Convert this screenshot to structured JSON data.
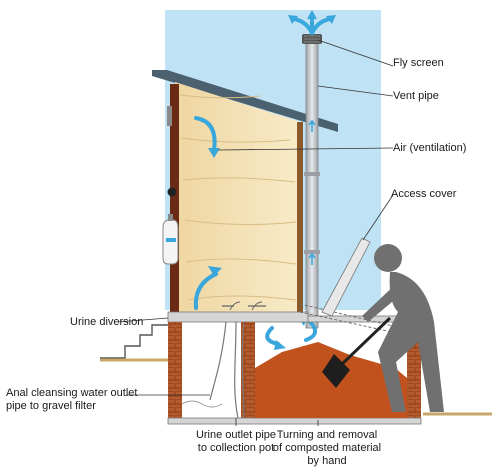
{
  "labels": {
    "fly_screen": "Fly screen",
    "vent_pipe": "Vent pipe",
    "air": "Air (ventilation)",
    "access_cover": "Access cover",
    "urine_diversion": "Urine diversion",
    "anal_line1": "Anal cleansing water outlet",
    "anal_line2": "pipe to gravel filter",
    "urine_pipe_line1": "Urine outlet pipe",
    "urine_pipe_line2": "to collection pot",
    "turning_line1": "Turning and removal",
    "turning_line2": "of composted material",
    "turning_line3": "by hand"
  },
  "colors": {
    "sky": "#bfe3f4",
    "wall": "#f1dcae",
    "brick": "#b55a2c",
    "compost": "#c2521d",
    "arrow": "#39a6dc",
    "person": "#707070",
    "pipe": "#c9cdd2"
  },
  "icons": [
    "air-flow-arrow",
    "person-shoveling",
    "vent-cap",
    "water-container"
  ]
}
